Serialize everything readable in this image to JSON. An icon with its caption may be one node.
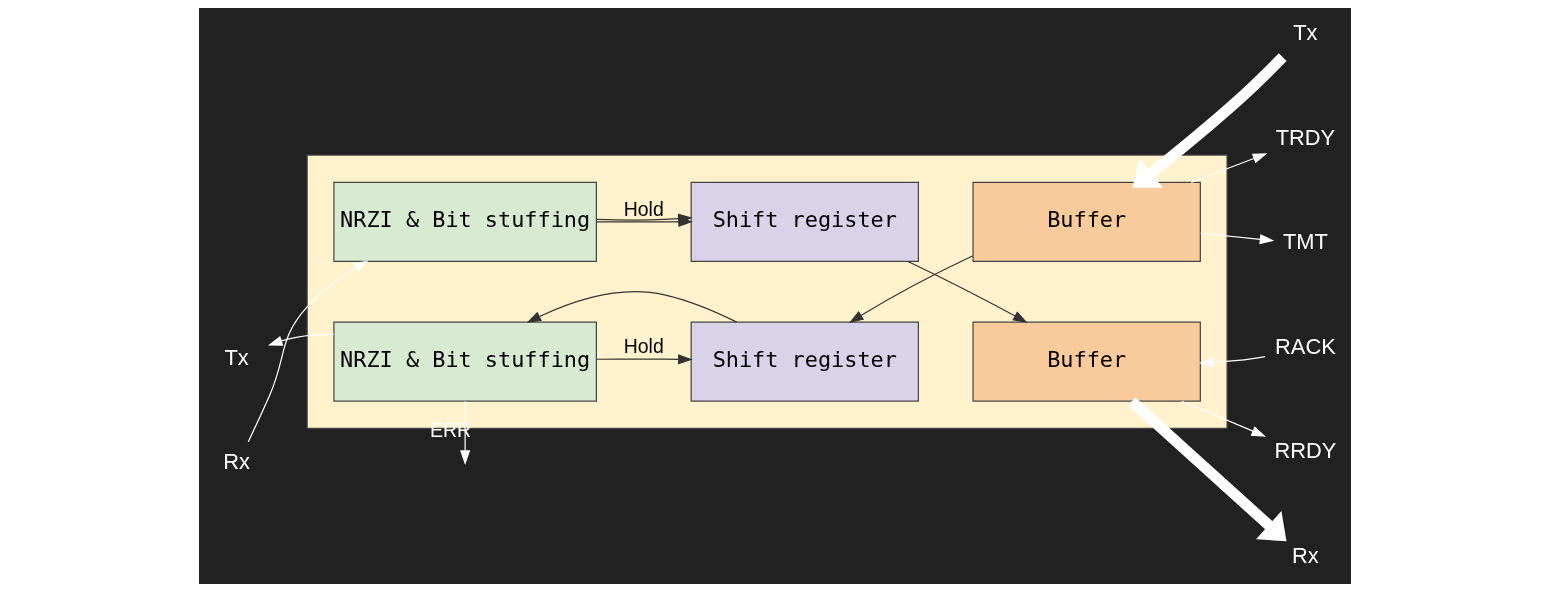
{
  "diagram": {
    "nodes": [
      {
        "text": [],
        "shape": "box"
      },
      {
        "text": [
          "NRZI & Bit stuffing"
        ],
        "in": 0
      },
      {
        "text": [
          "Shift register"
        ],
        "in": 0
      },
      {
        "text": [
          "Buffer"
        ],
        "in": 0
      },
      {
        "text": [
          "NRZI & Bit stuffing"
        ],
        "in": 0
      },
      {
        "text": [
          "Shift register"
        ],
        "in": 0
      },
      {
        "text": [
          "Buffer"
        ],
        "in": 0
      },
      {
        "text": [
          "Rx"
        ]
      },
      {
        "text": [
          "Rx"
        ]
      },
      {
        "text": [
          "RRDY"
        ]
      },
      {
        "text": [
          "RACK"
        ]
      },
      {
        "text": [
          "TMT"
        ]
      },
      {
        "text": [
          "TRDY"
        ]
      },
      {
        "text": [
          "Tx"
        ]
      },
      {
        "text": [
          "Tx"
        ]
      }
    ],
    "edges": [
      {
        "from": 7,
        "to": 1,
        "arrow": "to"
      },
      {
        "from": 1,
        "to": 2,
        "arrow": "to",
        "color": "#333333"
      },
      {
        "from": 2,
        "to": 3,
        "arrow": "to",
        "color": "#333333"
      },
      {
        "from": 1,
        "to": 2,
        "arrow": "to",
        "label": "Hold",
        "color": "#333333"
      },
      {
        "from": 3,
        "to": 8,
        "arrow": "to",
        "style": "thick"
      },
      {
        "from": 3,
        "to": 9,
        "arrow": "to"
      },
      {
        "from": 10,
        "to": 3,
        "arrow": "to"
      },
      {
        "from": 6,
        "to": 11,
        "arrow": "to"
      },
      {
        "from": 6,
        "to": 12,
        "arrow": "to"
      },
      {
        "from": 13,
        "to": 6,
        "arrow": "to",
        "style": "thick"
      },
      {
        "from": 6,
        "to": 5,
        "arrow": "to",
        "color": "#333333"
      },
      {
        "from": 5,
        "to": 4,
        "arrow": "to",
        "color": "#333333"
      },
      {
        "from": 4,
        "to": 5,
        "arrow": "to",
        "label": "Hold",
        "color": "#333333"
      },
      {
        "from": 4,
        "to": 14,
        "arrow": "to"
      },
      {
        "from": 4,
        "to": null,
        "arrow": "to",
        "label": "ERR"
      }
    ]
  }
}
